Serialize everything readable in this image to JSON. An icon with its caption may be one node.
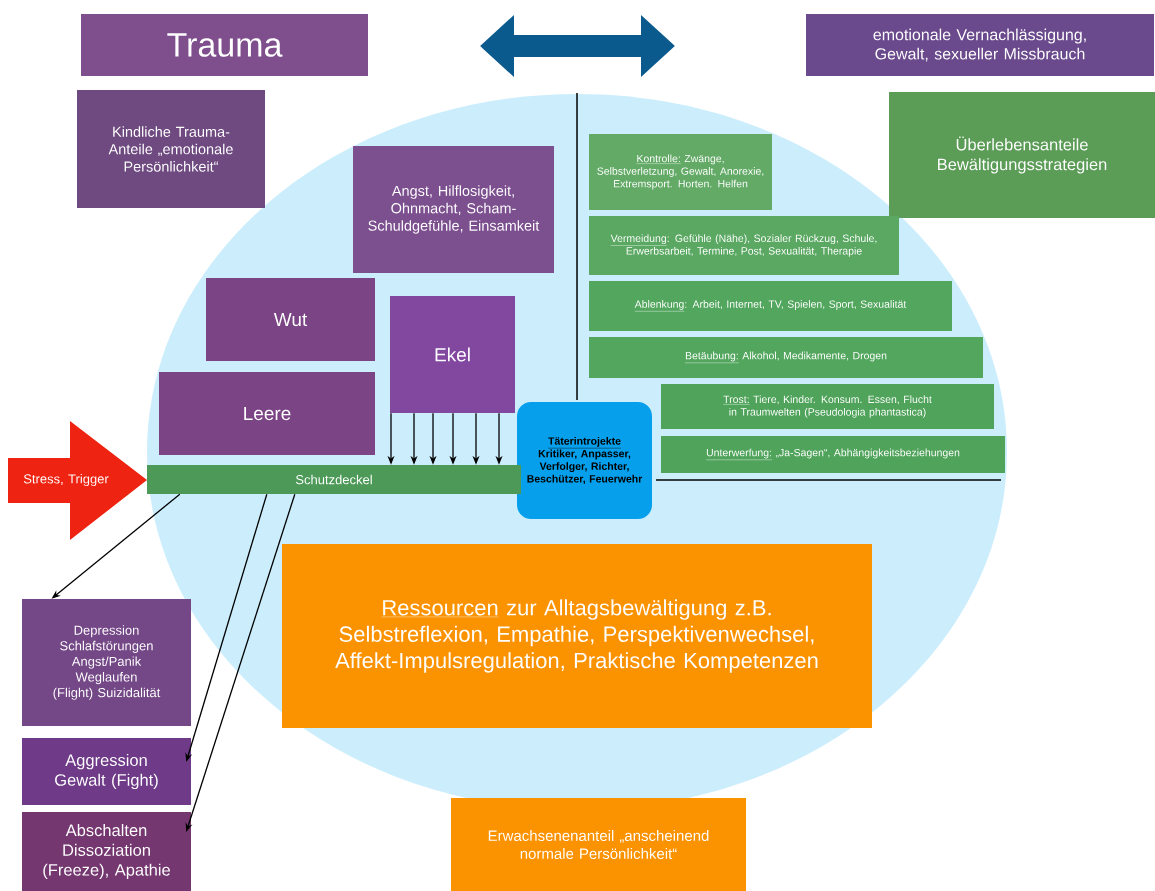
{
  "diagram": {
    "nodes": [
      {
        "text": [
          "Trauma"
        ]
      },
      {
        "text": [
          "emotionale Vernachlässigung, Gewalt, sexueller Missbrauch"
        ]
      },
      {
        "text": [
          "Kindliche Trauma-Anteile „emotionale Persönlichkeit“"
        ]
      },
      {
        "text": [
          "Überlebensanteile Bewältigungsstrategien"
        ]
      },
      {
        "text": [
          "Angst, Hilflosigkeit, Ohnmacht, Scham- Schuldgefühle, Einsamkeit"
        ]
      },
      {
        "text": [
          "Wut"
        ]
      },
      {
        "text": [
          "Ekel"
        ]
      },
      {
        "text": [
          "Leere"
        ]
      },
      {
        "text": [
          "Kontrolle:",
          "Zwänge, Selbstverletzung, Gewalt, Anorexie, Extremsport. Horten. Helfen"
        ]
      },
      {
        "text": [
          "Vermeidung",
          ": Gefühle (Nähe), Sozialer Rückzug, Schule, Erwerbsarbeit, Termine, Post, Sexualität, Therapie"
        ]
      },
      {
        "text": [
          "Ablenkung",
          ": Arbeit, Internet, TV, Spielen, Sport, Sexualität"
        ]
      },
      {
        "text": [
          "Betäubung:",
          "Alkohol, Medikamente, Drogen"
        ]
      },
      {
        "text": [
          "Trost:",
          "Tiere, Kinder. Konsum. Essen, Flucht in Traumwelten (Pseudologia phantastica)"
        ]
      },
      {
        "text": [
          "Unterwerfung:",
          "„Ja-Sagen“, Abhängigkeitsbeziehungen"
        ]
      },
      {
        "text": [
          "Täterintrojekte",
          "Kritiker, Anpasser, Verfolger, Richter, Beschützer, Feuerwehr"
        ]
      },
      {
        "text": [
          "Stress, Trigger"
        ]
      },
      {
        "text": [
          "Schutzdeckel"
        ]
      },
      {
        "text": [
          "Ressourcen",
          "zur Alltagsbewältigung z.B. Selbstreflexion, Empathie, Perspektivenwechsel, Affekt-Impulsregulation, Praktische Kompetenzen"
        ]
      },
      {
        "text": [
          "Depression Schlafstörungen Angst/Panik Weglaufen (Flight) Suizidalität"
        ]
      },
      {
        "text": [
          "Aggression Gewalt (Fight)"
        ]
      },
      {
        "text": [
          "Abschalten Dissoziation (Freeze), Apathie"
        ]
      },
      {
        "text": [
          "Erwachsenenanteil „anscheinend normale Persönlichkeit“"
        ]
      }
    ],
    "edges": [
      {
        "from": 6,
        "to": 16,
        "arrow": "to"
      },
      {
        "from": 6,
        "to": 16,
        "arrow": "to"
      },
      {
        "from": 6,
        "to": 16,
        "arrow": "to"
      },
      {
        "from": 6,
        "to": 16,
        "arrow": "to"
      },
      {
        "from": 6,
        "to": 16,
        "arrow": "to"
      },
      {
        "from": 6,
        "to": 16,
        "arrow": "to"
      },
      {
        "from": 16,
        "to": 18,
        "arrow": "to"
      },
      {
        "from": 16,
        "to": 19,
        "arrow": "to"
      },
      {
        "from": 16,
        "to": 20,
        "arrow": "to"
      }
    ]
  }
}
